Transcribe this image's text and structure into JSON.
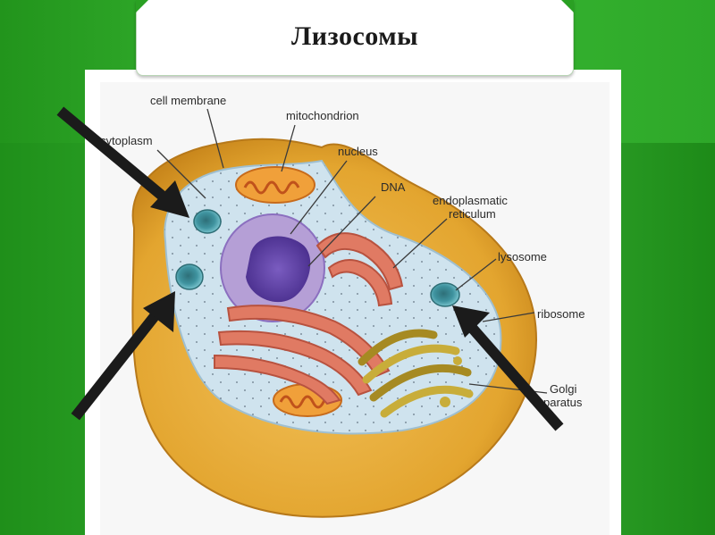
{
  "slide": {
    "title": "Лизосомы"
  },
  "diagram": {
    "labels": {
      "cell_membrane": "cell membrane",
      "mitochondrion": "mitochondrion",
      "cytoplasm": "cytoplasm",
      "nucleus": "nucleus",
      "dna": "DNA",
      "endoplasmic_reticulum_line1": "endoplasmatic",
      "endoplasmic_reticulum_line2": "reticulum",
      "lysosome": "lysosome",
      "ribosome": "ribosome",
      "golgi_line1": "Golgi",
      "golgi_line2": "paratus"
    },
    "colors": {
      "cell_wall": "#e3a52f",
      "cytoplasm": "#cfe3ee",
      "nucleus_envelope": "#b59fd6",
      "nucleolus": "#5b3f9e",
      "er": "#e07a63",
      "mitochondria": "#f0a03a",
      "golgi": "#c8ad3a",
      "lysosome": "#4fa6b3",
      "arrow": "#1b1b1b"
    }
  }
}
